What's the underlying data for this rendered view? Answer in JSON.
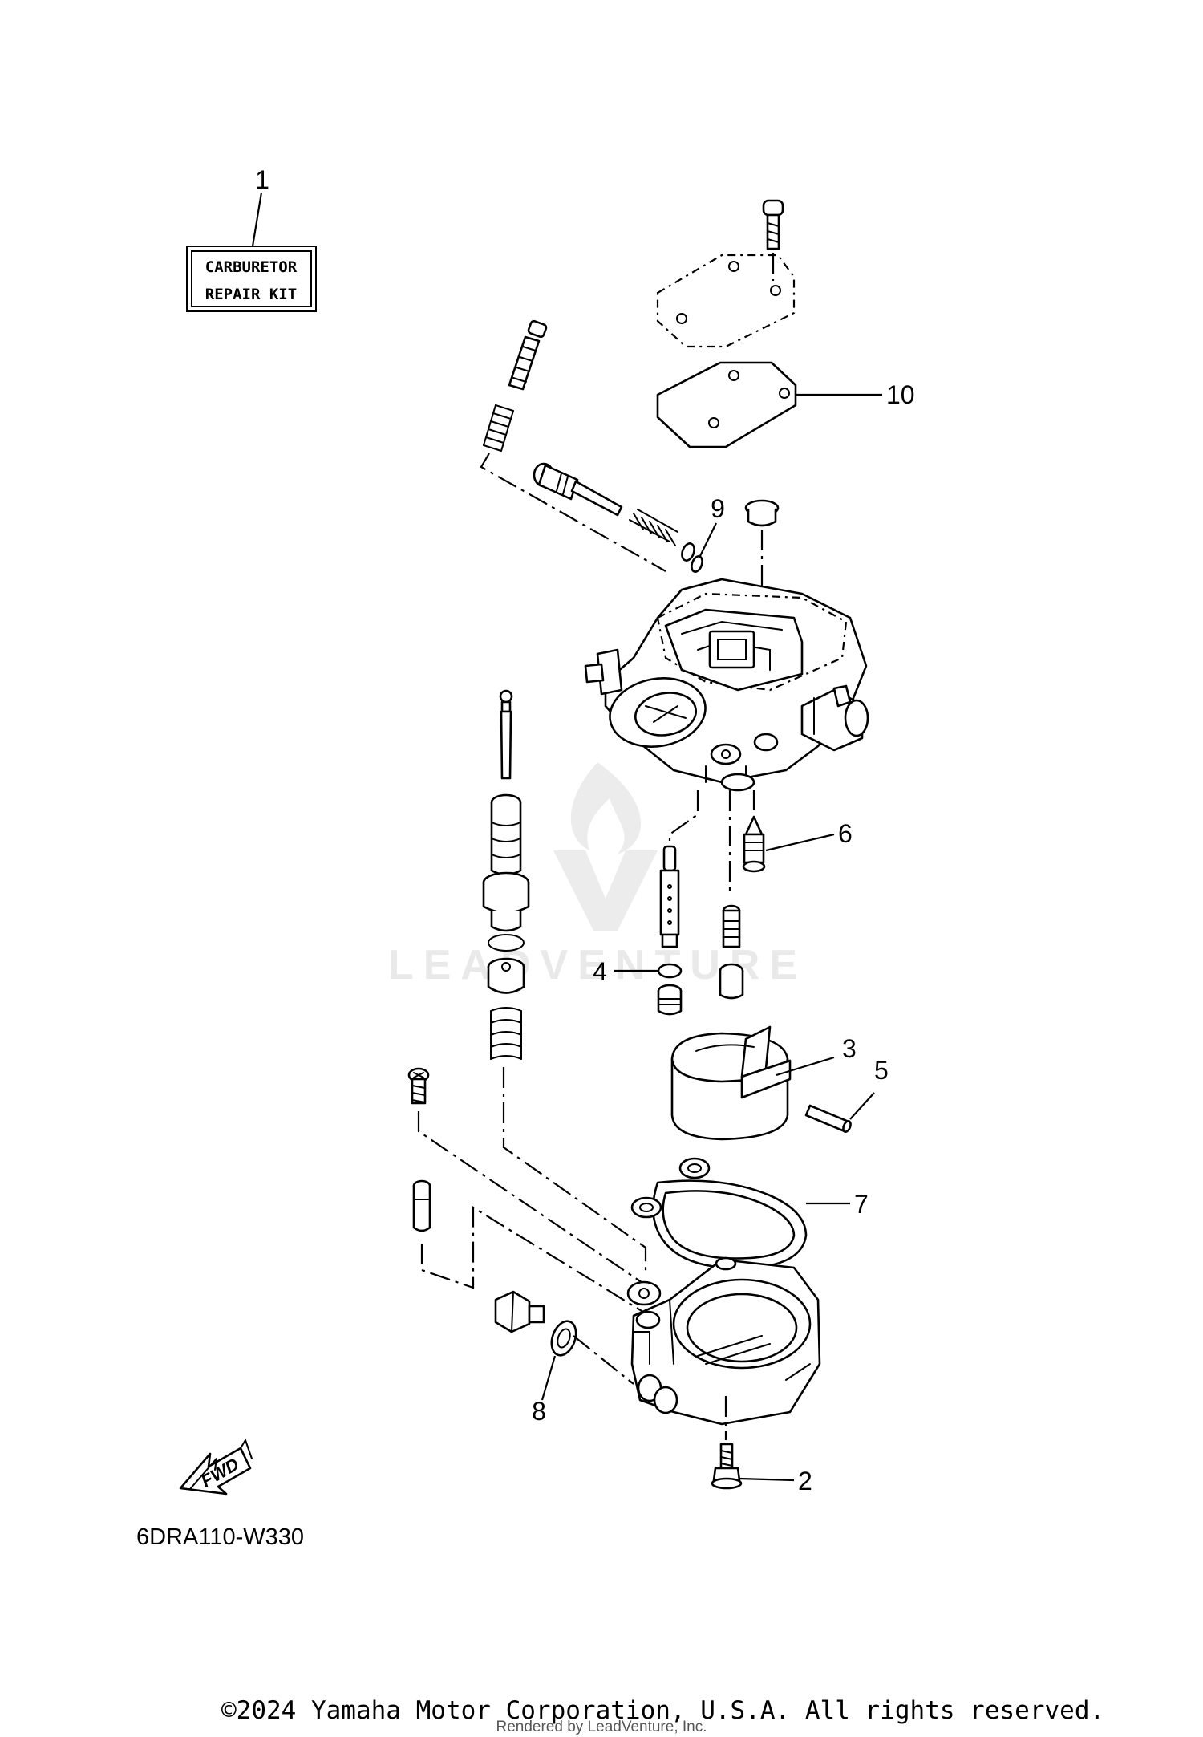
{
  "kit_label": {
    "line1": "CARBURETOR",
    "line2": "REPAIR KIT"
  },
  "callouts": [
    {
      "id": "1",
      "label": "1"
    },
    {
      "id": "2",
      "label": "2"
    },
    {
      "id": "3",
      "label": "3"
    },
    {
      "id": "4",
      "label": "4"
    },
    {
      "id": "5",
      "label": "5"
    },
    {
      "id": "6",
      "label": "6"
    },
    {
      "id": "7",
      "label": "7"
    },
    {
      "id": "8",
      "label": "8"
    },
    {
      "id": "9",
      "label": "9"
    },
    {
      "id": "10",
      "label": "10"
    }
  ],
  "fwd_label": "FWD",
  "diagram_code": "6DRA110-W330",
  "watermark": {
    "text": "LEADVENTURE",
    "color": "#e9e9e9"
  },
  "copyright": "©2024 Yamaha Motor Corporation, U.S.A. All rights reserved.",
  "rendered_by": "Rendered by LeadVenture, Inc."
}
